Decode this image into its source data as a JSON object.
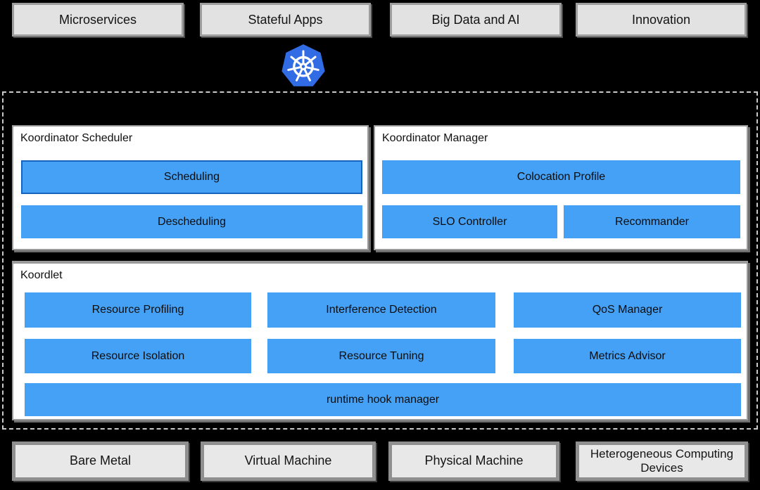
{
  "diagram": {
    "workload_boxes": [
      "Microservices",
      "Stateful Apps",
      "Big Data and AI",
      "Innovation"
    ],
    "kubernetes_icon": "kubernetes-helm-logo",
    "scheduler": {
      "title": "Koordinator Scheduler",
      "modules": [
        "Scheduling",
        "Descheduling"
      ]
    },
    "manager": {
      "title": "Koordinator Manager",
      "wide_module": "Colocation Profile",
      "modules": [
        "SLO Controller",
        "Recommander"
      ]
    },
    "koordlet": {
      "title": "Koordlet",
      "row1": [
        "Resource Profiling",
        "Interference Detection",
        "QoS Manager"
      ],
      "row2": [
        "Resource Isolation",
        "Resource Tuning",
        "Metrics Advisor"
      ],
      "full_width_module": "runtime hook manager"
    },
    "infrastructure_boxes": [
      "Bare Metal",
      "Virtual Machine",
      "Physical Machine",
      "Heterogeneous Computing Devices"
    ],
    "colors": {
      "background": "#000000",
      "module_blue": "#45A1F6",
      "scheduling_border_blue": "#1565C0",
      "kubernetes_blue": "#326CE5",
      "panel_white": "#FFFFFF",
      "workload_box_gray": "#E2E2E2",
      "infrastructure_box_gray": "#E8E8E8",
      "dashed_border_gray": "#C9C9C9"
    }
  }
}
